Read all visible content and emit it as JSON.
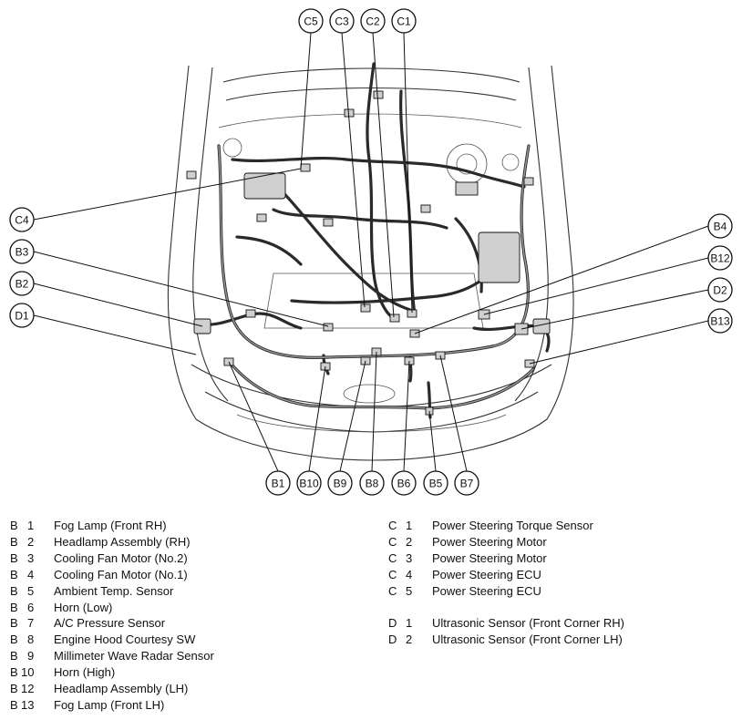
{
  "callouts": {
    "top": [
      "C5",
      "C3",
      "C2",
      "C1"
    ],
    "left": [
      "C4",
      "B3",
      "B2",
      "D1"
    ],
    "right": [
      "B4",
      "B12",
      "D2",
      "B13"
    ],
    "bottom": [
      "B1",
      "B10",
      "B9",
      "B8",
      "B6",
      "B5",
      "B7"
    ]
  },
  "legend": {
    "left": [
      {
        "prefix": "B",
        "num": "1",
        "name": "Fog Lamp (Front RH)"
      },
      {
        "prefix": "B",
        "num": "2",
        "name": "Headlamp Assembly (RH)"
      },
      {
        "prefix": "B",
        "num": "3",
        "name": "Cooling Fan Motor (No.2)"
      },
      {
        "prefix": "B",
        "num": "4",
        "name": "Cooling Fan Motor (No.1)"
      },
      {
        "prefix": "B",
        "num": "5",
        "name": "Ambient Temp. Sensor"
      },
      {
        "prefix": "B",
        "num": "6",
        "name": "Horn (Low)"
      },
      {
        "prefix": "B",
        "num": "7",
        "name": "A/C Pressure Sensor"
      },
      {
        "prefix": "B",
        "num": "8",
        "name": "Engine Hood Courtesy SW"
      },
      {
        "prefix": "B",
        "num": "9",
        "name": "Millimeter Wave Radar Sensor"
      },
      {
        "prefix": "B",
        "num": "10",
        "name": "Horn (High)"
      },
      {
        "prefix": "B",
        "num": "12",
        "name": "Headlamp Assembly (LH)"
      },
      {
        "prefix": "B",
        "num": "13",
        "name": "Fog Lamp (Front LH)"
      }
    ],
    "right_c": [
      {
        "prefix": "C",
        "num": "1",
        "name": "Power Steering Torque Sensor"
      },
      {
        "prefix": "C",
        "num": "2",
        "name": "Power Steering Motor"
      },
      {
        "prefix": "C",
        "num": "3",
        "name": "Power Steering Motor"
      },
      {
        "prefix": "C",
        "num": "4",
        "name": "Power Steering ECU"
      },
      {
        "prefix": "C",
        "num": "5",
        "name": "Power Steering ECU"
      }
    ],
    "right_d": [
      {
        "prefix": "D",
        "num": "1",
        "name": "Ultrasonic Sensor (Front Corner RH)"
      },
      {
        "prefix": "D",
        "num": "2",
        "name": "Ultrasonic Sensor (Front Corner LH)"
      }
    ]
  }
}
